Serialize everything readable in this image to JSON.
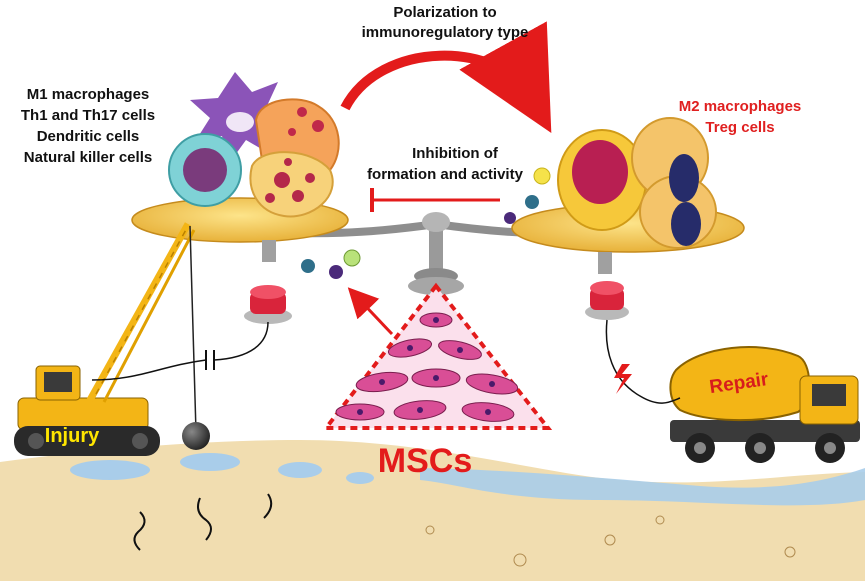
{
  "labels": {
    "polarization_line1": "Polarization to",
    "polarization_line2": "immunoregulatory type",
    "inhibition_line1": "Inhibition of",
    "inhibition_line2": "formation and activity",
    "mscs": "MSCs",
    "injury": "Injury",
    "repair": "Repair"
  },
  "left_cells": [
    "M1 macrophages",
    "Th1 and Th17 cells",
    "Dendritic cells",
    "Natural killer cells"
  ],
  "right_cells": [
    "M2 macrophages",
    "Treg cells"
  ],
  "colors": {
    "arrow_red": "#e31b1b",
    "text_red": "#e02020",
    "scale_gold": "#f2c24a",
    "bone_tan": "#f1ddb0",
    "water_blue": "#a9cdea",
    "msc_magenta": "#d94e96",
    "machine_yellow": "#f3b516"
  },
  "icons": [
    "balance-scale-icon",
    "curved-arrow-icon",
    "inhibition-arrow-icon",
    "crane-icon",
    "wrecking-ball-icon",
    "cement-mixer-truck-icon",
    "lightning-icon",
    "capacitor-icon",
    "msc-cells-icon"
  ]
}
